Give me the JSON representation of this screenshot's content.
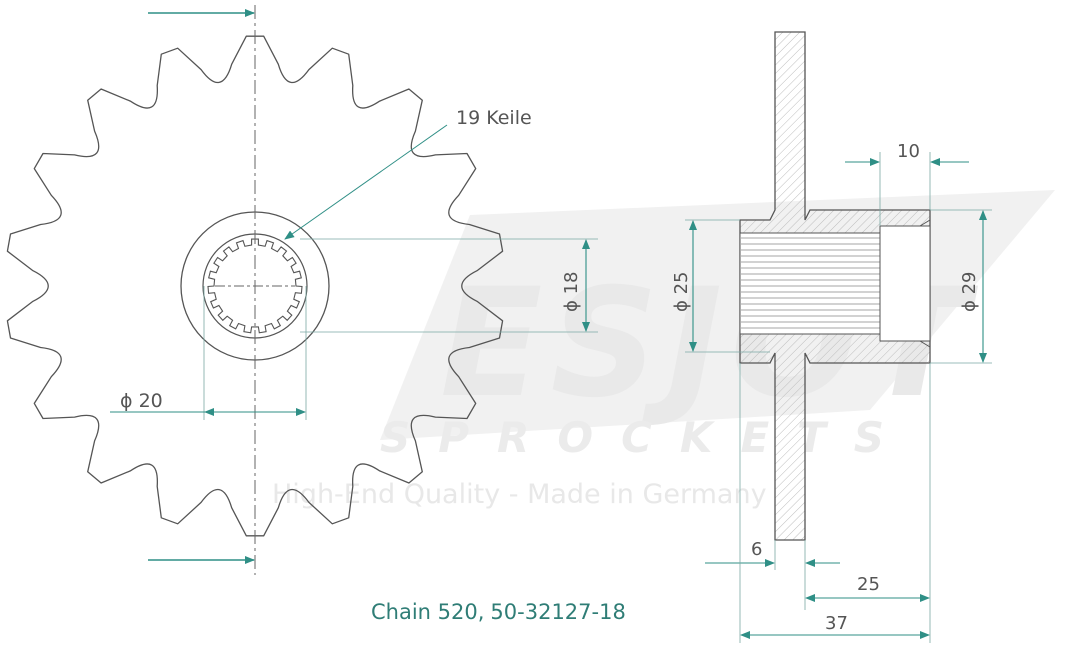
{
  "drawing": {
    "spline_label": "19 Keile",
    "dim_bore_outer": "ϕ 20",
    "dim_spline": "ϕ 18",
    "dim_hub_inner": "ϕ 25",
    "dim_hub_outer": "ϕ 29",
    "dim_collar": "10",
    "dim_flange": "6",
    "dim_hub_len": "25",
    "dim_total": "37"
  },
  "watermark": {
    "brand": "ESJOT",
    "sub": "SPROCKETS",
    "slogan": "High-End Quality - Made in Germany"
  },
  "caption": {
    "chain": "Chain 520,",
    "part": "50-32127-18"
  },
  "colors": {
    "line": "#555555",
    "dim": "#2f8f86",
    "hatch": "#b9b9b9",
    "watermark": "#e6e6e6"
  },
  "sprocket": {
    "teeth": 18,
    "splines": 19
  }
}
